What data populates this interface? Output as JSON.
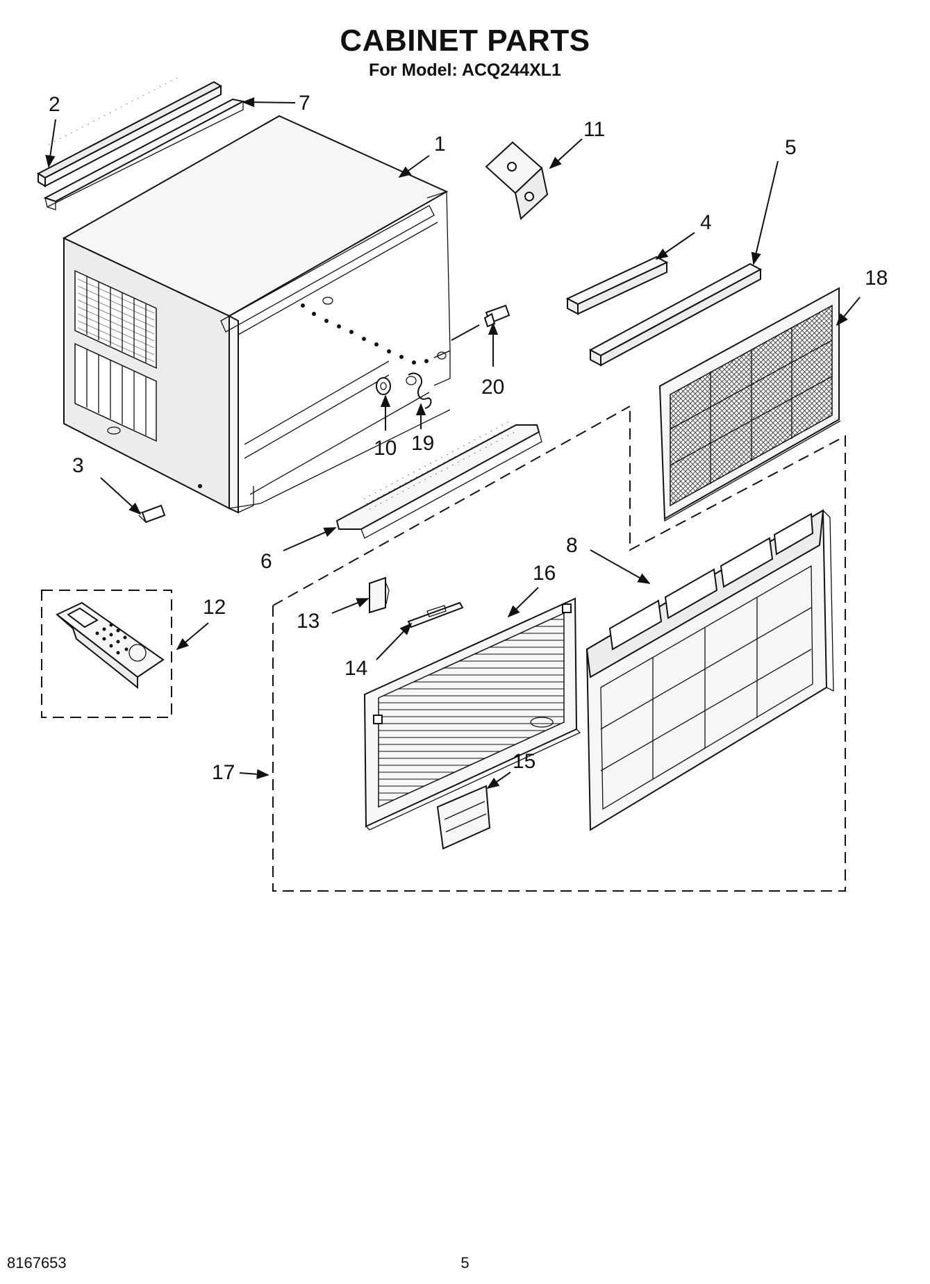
{
  "header": {
    "title": "CABINET PARTS",
    "subtitle": "For Model: ACQ244XL1"
  },
  "footer": {
    "doc_number": "8167653",
    "page_number": "5"
  },
  "callouts": {
    "c1": "1",
    "c2": "2",
    "c3": "3",
    "c4": "4",
    "c5": "5",
    "c6": "6",
    "c7": "7",
    "c8": "8",
    "c10": "10",
    "c11": "11",
    "c12": "12",
    "c13": "13",
    "c14": "14",
    "c15": "15",
    "c16": "16",
    "c17": "17",
    "c18": "18",
    "c19": "19",
    "c20": "20"
  }
}
